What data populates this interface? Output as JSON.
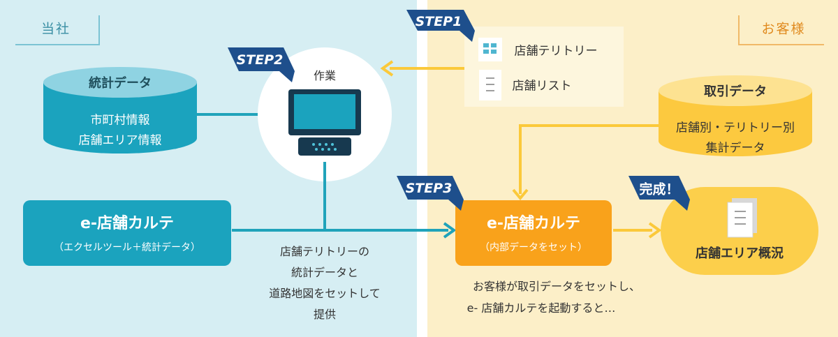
{
  "company_label": "当社",
  "customer_label": "お客様",
  "colors": {
    "teal": "#1ba3be",
    "orange": "#f9a21b",
    "yellow": "#fccf4b",
    "navy": "#1e4f8c",
    "arrow_teal": "#20a3ba",
    "arrow_yellow": "#fbc93a"
  },
  "step1": {
    "badge": "STEP1",
    "items": [
      "店舗テリトリー",
      "店舗リスト"
    ]
  },
  "step2": {
    "badge": "STEP2",
    "label": "作業"
  },
  "step3": {
    "badge": "STEP3"
  },
  "stats_db": {
    "title": "統計データ",
    "lines": [
      "市町村情報",
      "店舗エリア情報"
    ]
  },
  "trade_db": {
    "title": "取引データ",
    "lines": [
      "店舗別・テリトリー別",
      "集計データ"
    ]
  },
  "karte_left": {
    "title": "e-店舗カルテ",
    "subtitle": "（エクセルツール＋統計データ）"
  },
  "karte_right": {
    "title": "e-店舗カルテ",
    "subtitle": "（内部データをセット）"
  },
  "provide_text": [
    "店舗テリトリーの",
    "統計データと",
    "道路地図をセットして",
    "提供"
  ],
  "customer_text": [
    "お客様が取引データをセットし、",
    "e- 店舗カルテを起動すると…"
  ],
  "complete_badge": "完成！",
  "result": {
    "title": "店舗エリア概況"
  }
}
